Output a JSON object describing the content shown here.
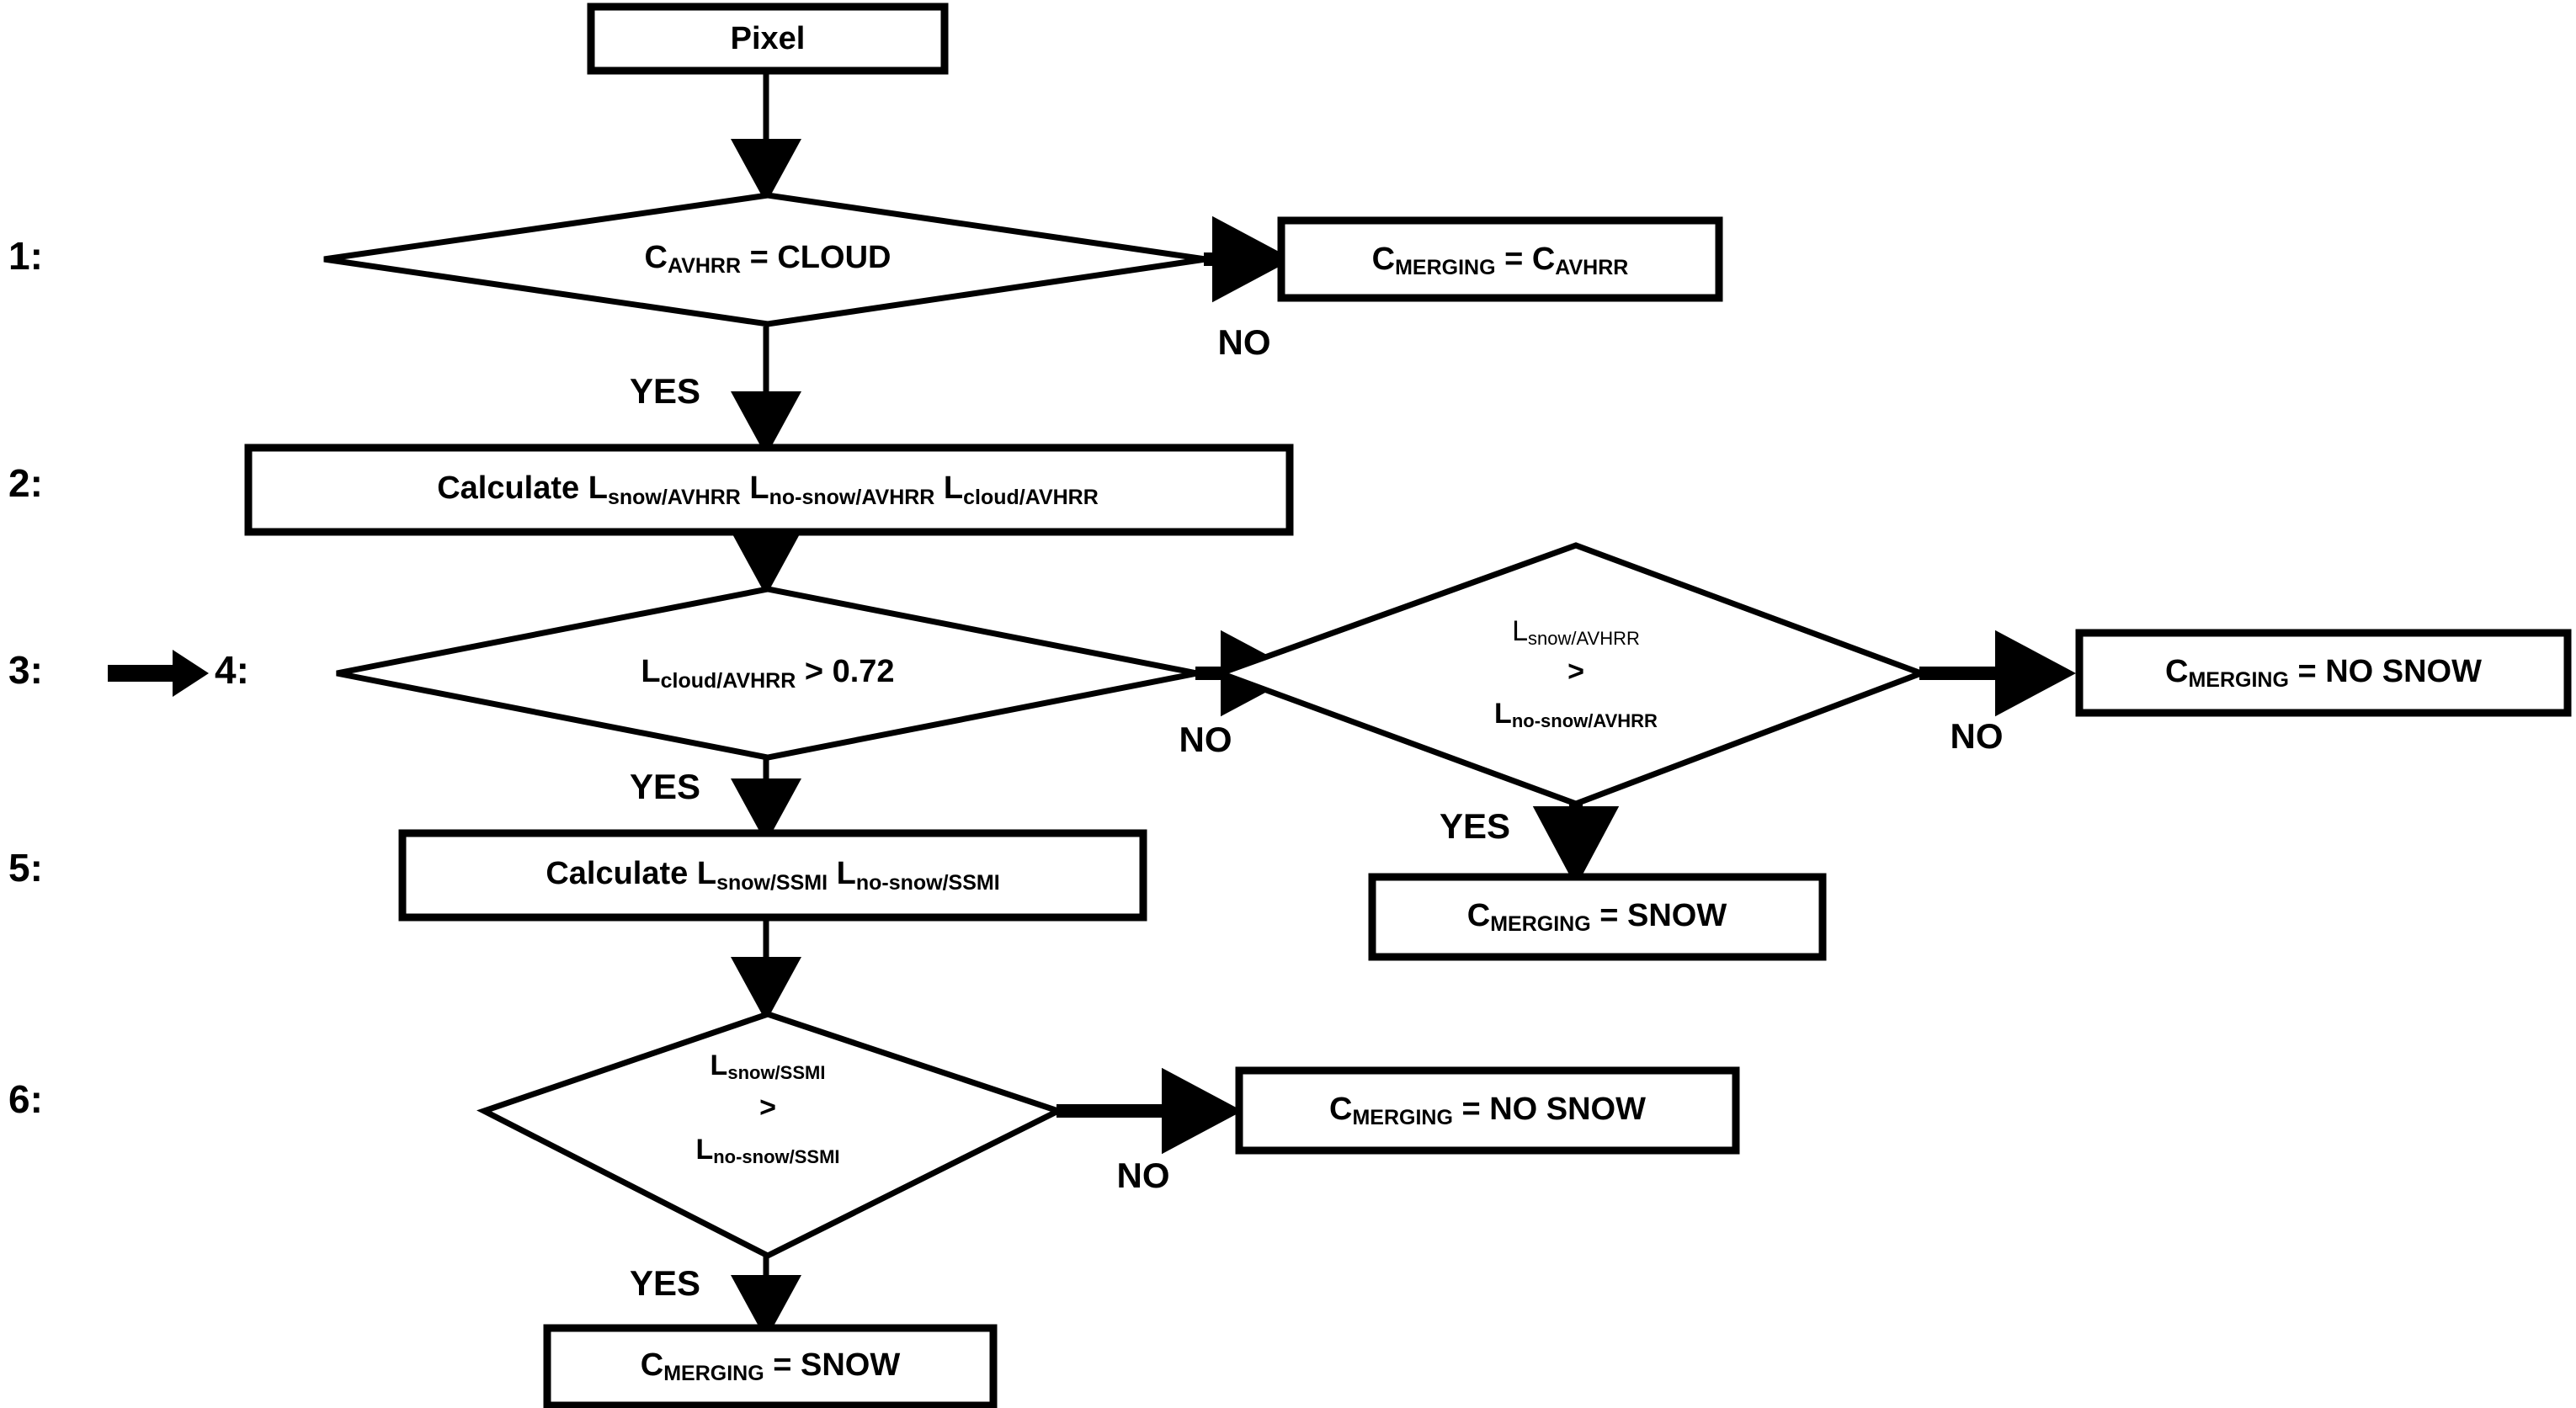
{
  "diagram": {
    "title": "Snow/cloud merging decision flowchart",
    "background_color": "#ffffff",
    "stroke_color": "#000000"
  },
  "steps": [
    {
      "id": "step-1",
      "label": "1:"
    },
    {
      "id": "step-2",
      "label": "2:"
    },
    {
      "id": "step-3",
      "label": "3:"
    },
    {
      "id": "step-4",
      "label": "4:"
    },
    {
      "id": "step-5",
      "label": "5:"
    },
    {
      "id": "step-6",
      "label": "6:"
    }
  ],
  "step_arrow": {
    "name": "right-arrow-icon",
    "glyph": "➡"
  },
  "nodes": {
    "pixel": {
      "shape": "box",
      "text": "Pixel"
    },
    "decision_cloud": {
      "shape": "diamond",
      "base": "C",
      "subscript": "AVHRR",
      "rest": " = CLOUD"
    },
    "merging_avhrr": {
      "shape": "box",
      "base": "C",
      "subscript": "MERGING",
      "rest": " = C",
      "subscript2": "AVHRR"
    },
    "calc_avhrr": {
      "shape": "box",
      "prefix": "Calculate ",
      "terms": [
        {
          "base": "L",
          "subscript": "snow/AVHRR"
        },
        {
          "base": "L",
          "subscript": "no-snow/AVHRR"
        },
        {
          "base": "L",
          "subscript": "cloud/AVHRR"
        }
      ]
    },
    "decision_cloud_thresh": {
      "shape": "diamond",
      "base": "L",
      "subscript": "cloud/AVHRR",
      "rest": " > 0.72",
      "threshold": 0.72
    },
    "decision_snow_avhrr": {
      "shape": "diamond",
      "line1_base": "L",
      "line1_sub": "snow/AVHRR",
      "line2": ">",
      "line3_base": "L",
      "line3_sub": "no-snow/AVHRR"
    },
    "merging_no_snow_avhrr": {
      "shape": "box",
      "base": "C",
      "subscript": "MERGING",
      "rest": " = NO SNOW"
    },
    "merging_snow_avhrr": {
      "shape": "box",
      "base": "C",
      "subscript": "MERGING",
      "rest": " = SNOW"
    },
    "calc_ssmi": {
      "shape": "box",
      "prefix": "Calculate ",
      "terms": [
        {
          "base": "L",
          "subscript": "snow/SSMI"
        },
        {
          "base": "L",
          "subscript": "no-snow/SSMI"
        }
      ]
    },
    "decision_snow_ssmi": {
      "shape": "diamond",
      "line1_base": "L",
      "line1_sub": "snow/SSMI",
      "line2": ">",
      "line3_base": "L",
      "line3_sub": "no-snow/SSMI"
    },
    "merging_no_snow_ssmi": {
      "shape": "box",
      "base": "C",
      "subscript": "MERGING",
      "rest": " = NO SNOW"
    },
    "merging_snow_ssmi": {
      "shape": "box",
      "base": "C",
      "subscript": "MERGING",
      "rest": " = SNOW"
    }
  },
  "branch_labels": {
    "yes": "YES",
    "no": "NO",
    "edges": [
      {
        "from": "decision_cloud",
        "label": "YES",
        "direction": "down"
      },
      {
        "from": "decision_cloud",
        "label": "NO",
        "direction": "right"
      },
      {
        "from": "decision_cloud_thresh",
        "label": "YES",
        "direction": "down"
      },
      {
        "from": "decision_cloud_thresh",
        "label": "NO",
        "direction": "right"
      },
      {
        "from": "decision_snow_avhrr",
        "label": "YES",
        "direction": "down"
      },
      {
        "from": "decision_snow_avhrr",
        "label": "NO",
        "direction": "right"
      },
      {
        "from": "decision_snow_ssmi",
        "label": "YES",
        "direction": "down"
      },
      {
        "from": "decision_snow_ssmi",
        "label": "NO",
        "direction": "right"
      }
    ]
  }
}
